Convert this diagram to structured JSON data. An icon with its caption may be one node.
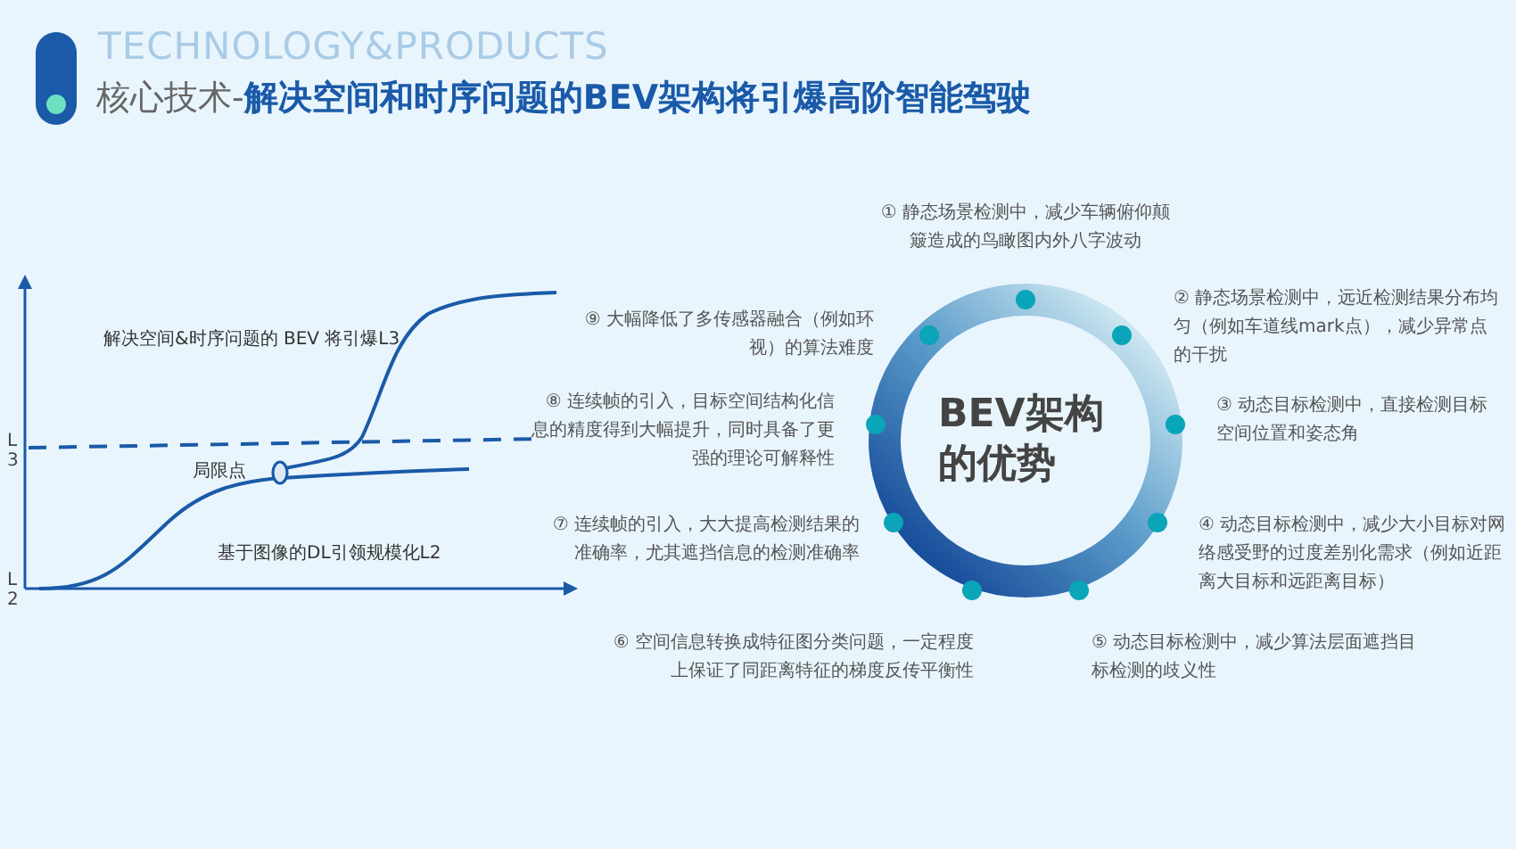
{
  "diagram": {
    "title": "核心技术-**解决空间和时序问题的BEV架构将引爆高阶智能驾驶**",
    "nodes": [
      {
        "text": [
          "BEV架构的优势"
        ]
      }
    ],
    "labels": [
      "TECHNOLOGY&PRODUCTS",
      "解决空间&时序问题的 BEV 将引爆L3",
      "局限点",
      "L3",
      "基于图像的DL引领规模化L2",
      "L2",
      "① 静态场景检测中，减少车辆俯仰颠簸造成的鸟瞰图内外八字波动",
      "⑨ 大幅降低了多传感器融合（例如环视）的算法难度",
      "② 静态场景检测中，远近检测结果分布均匀（例如车道线mark点），减少异常点的干扰",
      "⑧ 连续帧的引入，目标空间结构化信息的精度得到大幅提升，同时具备了更强的理论可解释性",
      "③ 动态目标检测中，直接检测目标空间位置和姿态角",
      "⑦ 连续帧的引入，大大提高检测结果的准确率，尤其遮挡信息的检测准确率",
      "④ 动态目标检测中，减少大小目标对网络感受野的过度差别化需求（例如近距离大目标和远距离目标）",
      "⑥ 空间信息转换成特征图分类问题，一定程度上保证了同距离特征的梯度反传平衡性",
      "⑤ 动态目标检测中，减少算法层面遮挡目标检测的歧义性"
    ]
  }
}
